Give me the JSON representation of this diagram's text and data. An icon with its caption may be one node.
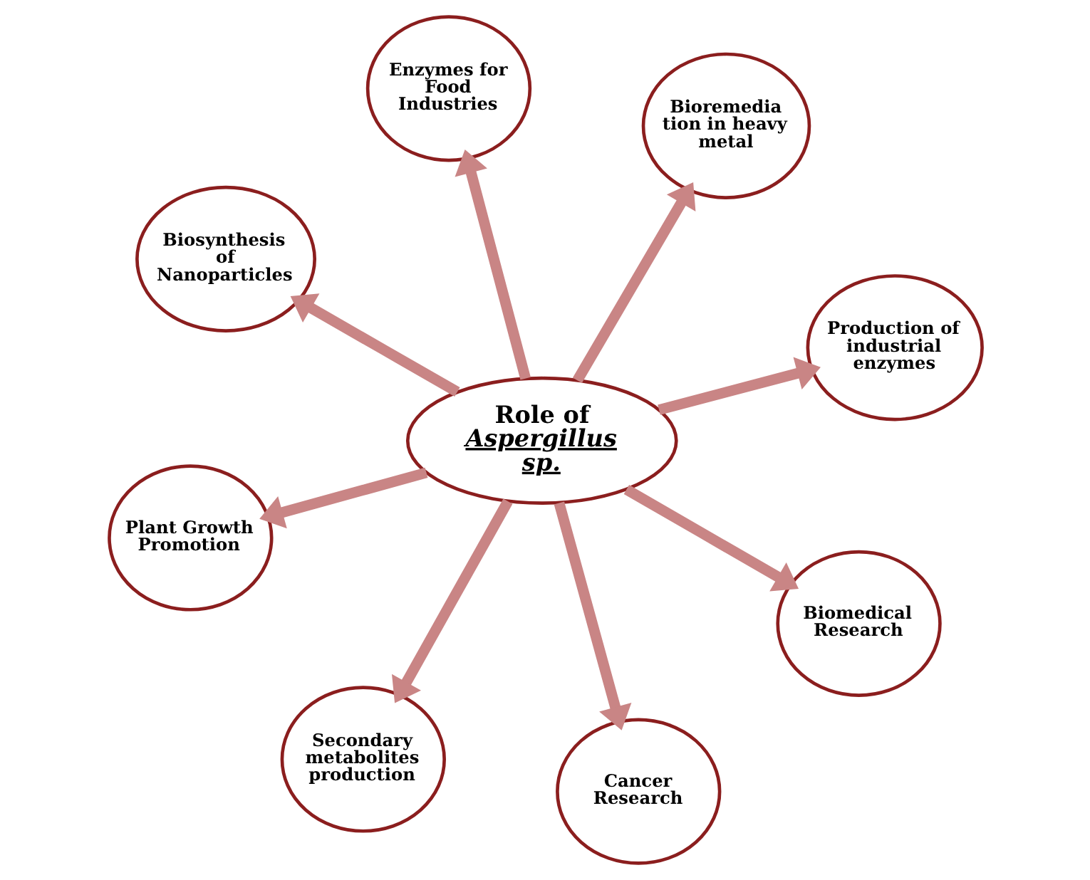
{
  "diagram": {
    "nodes": [
      {
        "text": [
          "Role of",
          "Aspergillus sp."
        ]
      },
      {
        "text": [
          "Production of industrial enzymes"
        ]
      },
      {
        "text": [
          "Secondary metabolites production"
        ]
      },
      {
        "text": [
          "Biosynthesis of Nanoparticles"
        ]
      },
      {
        "text": [
          "Bioremedia tion in heavy metal"
        ]
      },
      {
        "text": [
          "Enzymes for Food Industries"
        ]
      },
      {
        "text": [
          "Plant Growth Promotion"
        ]
      },
      {
        "text": [
          "Biomedical Research"
        ]
      },
      {
        "text": [
          "Cancer Research"
        ]
      }
    ],
    "edges": [
      {
        "from": 0,
        "to": 1,
        "arrow": "to"
      },
      {
        "from": 0,
        "to": 2,
        "arrow": "to"
      },
      {
        "from": 0,
        "to": 3,
        "arrow": "to"
      },
      {
        "from": 0,
        "to": 4,
        "arrow": "to"
      },
      {
        "from": 0,
        "to": 5,
        "arrow": "to"
      },
      {
        "from": 0,
        "to": 6,
        "arrow": "to"
      },
      {
        "from": 0,
        "to": 7,
        "arrow": "to"
      },
      {
        "from": 0,
        "to": 8,
        "arrow": "to"
      }
    ]
  }
}
